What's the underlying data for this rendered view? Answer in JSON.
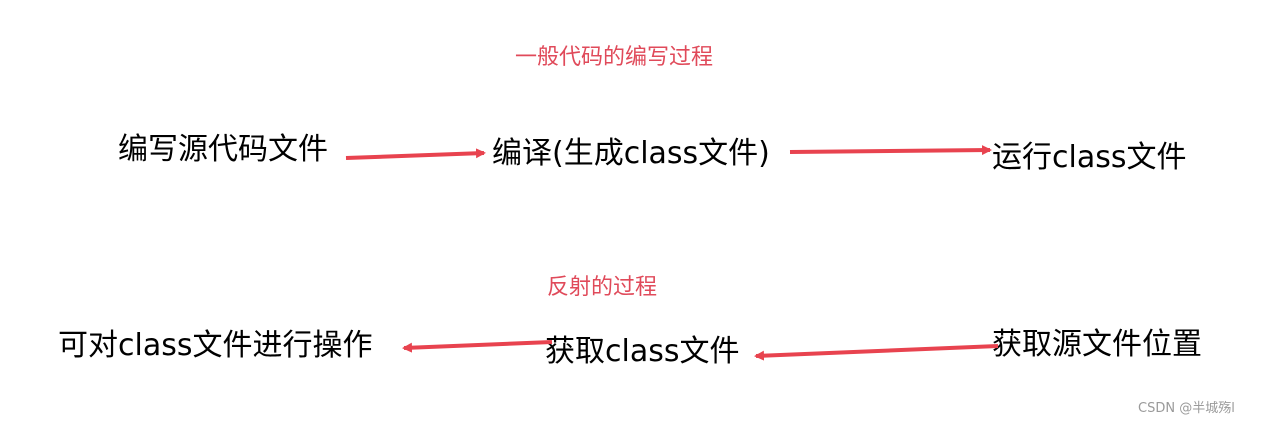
{
  "colors": {
    "caption": "#e04a5a",
    "arrow": "#e8434f",
    "text": "#000000",
    "watermark": "#9a9a9a"
  },
  "top_flow": {
    "caption": "一般代码的编写过程",
    "steps": [
      "编写源代码文件",
      "编译(生成class文件)",
      "运行class文件"
    ]
  },
  "bottom_flow": {
    "caption": "反射的过程",
    "steps": [
      "获取源文件位置",
      "获取class文件",
      "可对class文件进行操作"
    ]
  },
  "watermark": "CSDN @半城殇l"
}
